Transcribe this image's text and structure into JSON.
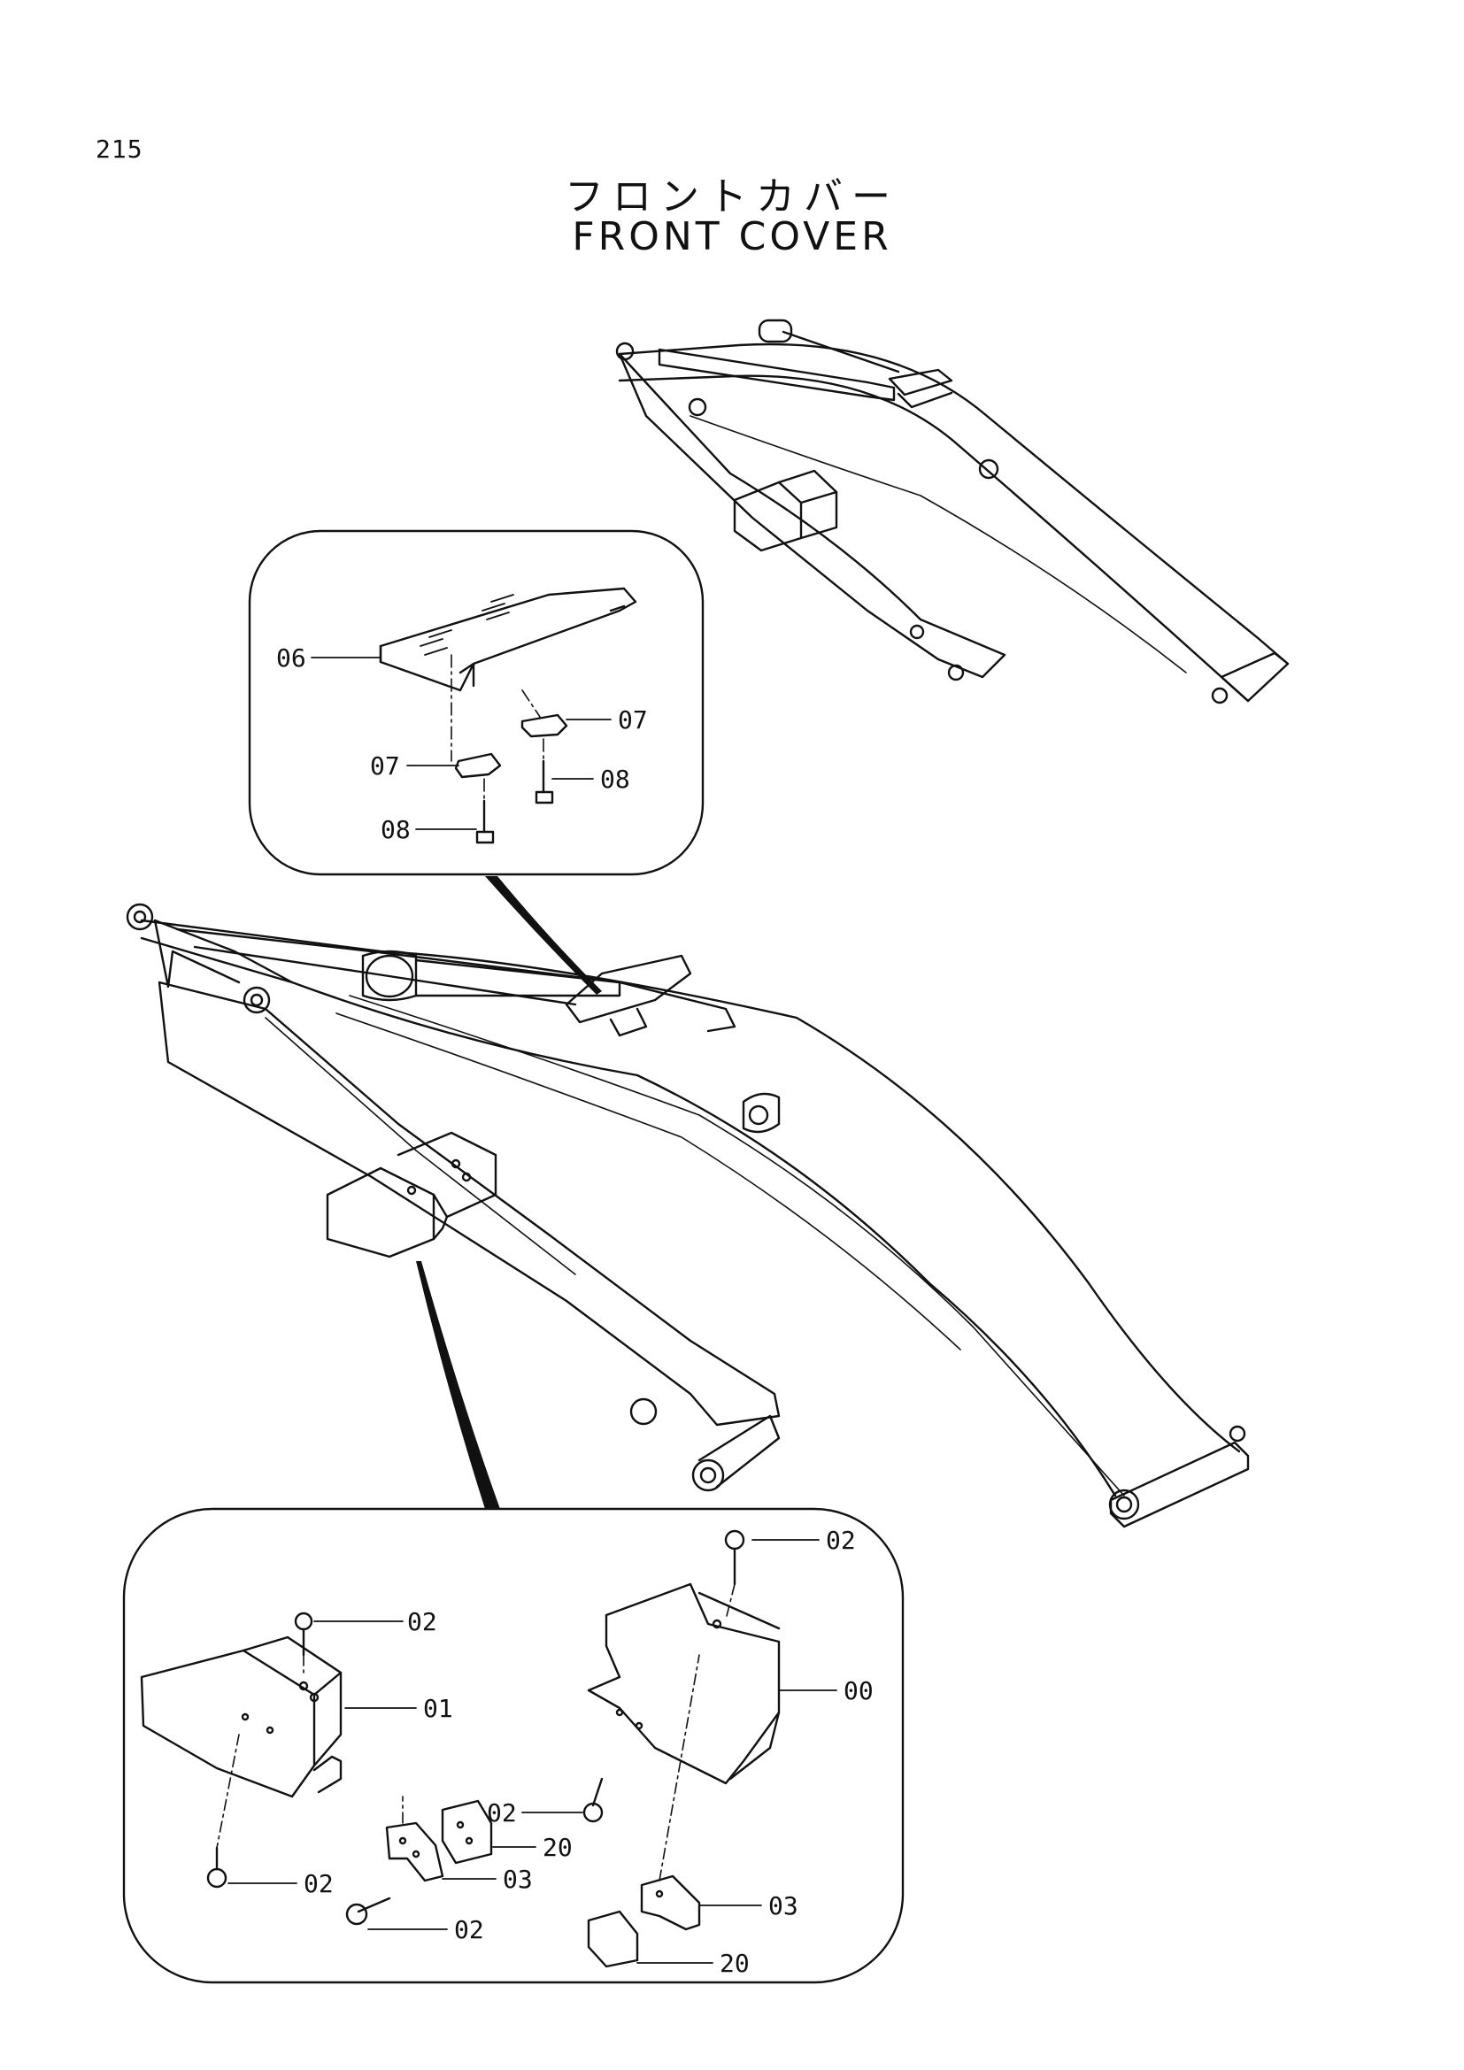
{
  "page_number": "215",
  "title": {
    "japanese": "フロントカバー",
    "english": "FRONT  COVER"
  },
  "detail_upper": {
    "callouts": [
      "06",
      "07",
      "07",
      "08",
      "08"
    ]
  },
  "detail_lower": {
    "callouts": [
      "02",
      "02",
      "01",
      "00",
      "02",
      "20",
      "02",
      "03",
      "02",
      "03",
      "20"
    ]
  },
  "colors": {
    "line": "#111111",
    "background": "#ffffff"
  }
}
